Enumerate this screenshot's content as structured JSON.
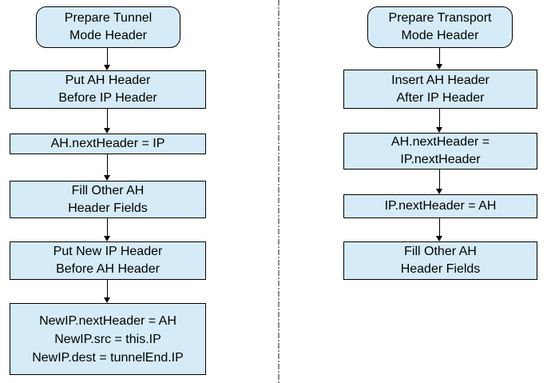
{
  "colors": {
    "node_fill": "#d5ecf8",
    "node_border": "#000000",
    "arrow": "#000000",
    "divider": "#8c8c8c",
    "background": "#ffffff"
  },
  "left_flow": {
    "nodes": [
      {
        "shape": "rounded",
        "lines": [
          "Prepare Tunnel",
          "Mode Header"
        ]
      },
      {
        "shape": "rect",
        "lines": [
          "Put AH Header",
          "Before IP Header"
        ]
      },
      {
        "shape": "rect",
        "lines": [
          "AH.nextHeader = IP"
        ]
      },
      {
        "shape": "rect",
        "lines": [
          "Fill Other AH",
          "Header Fields"
        ]
      },
      {
        "shape": "rect",
        "lines": [
          "Put New IP Header",
          "Before AH Header"
        ]
      },
      {
        "shape": "rect",
        "lines": [
          "NewIP.nextHeader = AH",
          "NewIP.src = this.IP",
          "NewIP.dest = tunnelEnd.IP"
        ]
      }
    ]
  },
  "right_flow": {
    "nodes": [
      {
        "shape": "rounded",
        "lines": [
          "Prepare Transport",
          "Mode Header"
        ]
      },
      {
        "shape": "rect",
        "lines": [
          "Insert AH Header",
          "After IP Header"
        ]
      },
      {
        "shape": "rect",
        "lines": [
          "AH.nextHeader =",
          "IP.nextHeader"
        ]
      },
      {
        "shape": "rect",
        "lines": [
          "IP.nextHeader = AH"
        ]
      },
      {
        "shape": "rect",
        "lines": [
          "Fill Other AH",
          "Header Fields"
        ]
      }
    ]
  }
}
